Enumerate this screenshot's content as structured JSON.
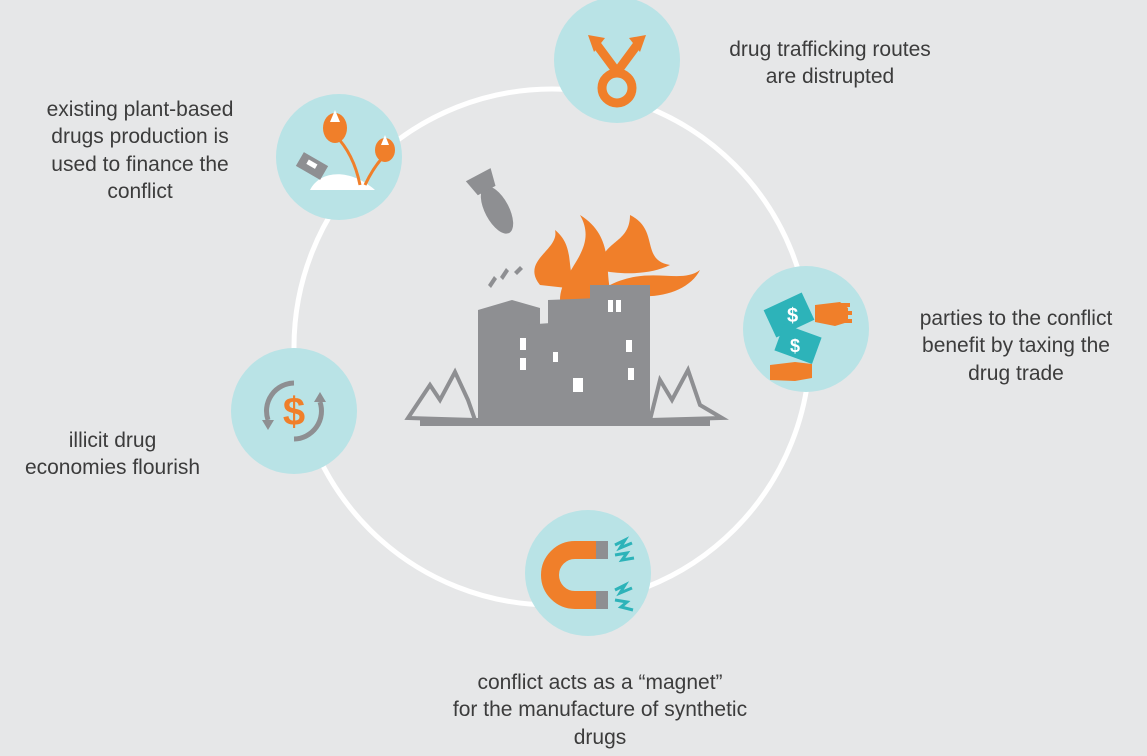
{
  "colors": {
    "background": "#e6e7e8",
    "ring": "#ffffff",
    "node_fill": "#b9e3e6",
    "accent_orange": "#f07f2a",
    "building_gray": "#8e8f92",
    "text": "#3c3c3c"
  },
  "center": {
    "icon": "burning-building-icon"
  },
  "nodes": [
    {
      "id": "trafficking",
      "icon": "crossed-routes-icon",
      "lines": [
        "drug trafficking routes",
        "are distrupted"
      ]
    },
    {
      "id": "taxing",
      "icon": "money-hands-icon",
      "lines": [
        "parties to the conflict",
        "benefit by taxing the",
        "drug trade"
      ]
    },
    {
      "id": "magnet",
      "icon": "magnet-icon",
      "lines": [
        "conflict acts as a “magnet”",
        "for the manufacture of synthetic",
        "drugs"
      ]
    },
    {
      "id": "economies",
      "icon": "dollar-cycle-icon",
      "lines": [
        "illicit drug",
        "economies flourish"
      ]
    },
    {
      "id": "plant-based",
      "icon": "poppy-razor-icon",
      "lines": [
        "existing plant-based",
        "drugs production is",
        "used to finance the",
        "conflict"
      ]
    }
  ]
}
